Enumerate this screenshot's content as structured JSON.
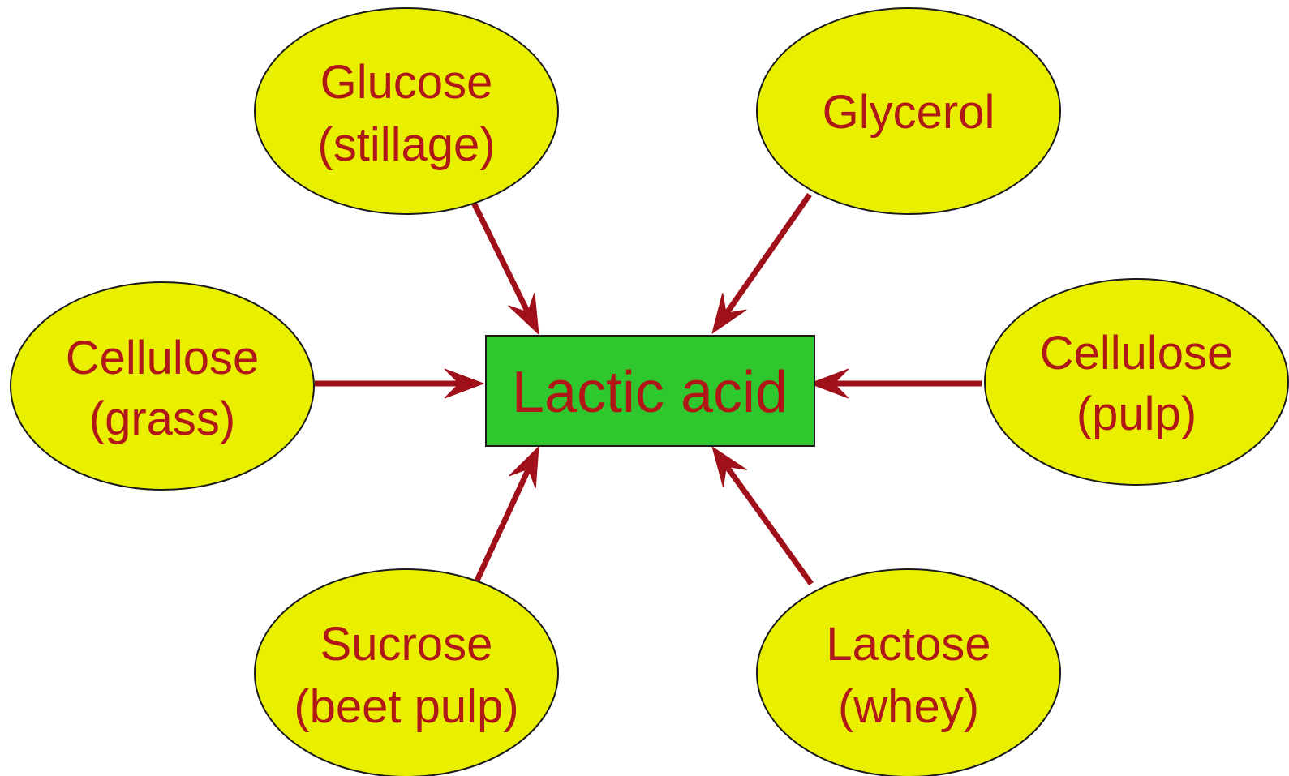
{
  "colors": {
    "background": "#ffffff",
    "ellipse_fill": "#e8f000",
    "ellipse_stroke": "#1a1a1a",
    "box_fill": "#2ec82e",
    "box_stroke": "#1a1a1a",
    "text": "#b01818",
    "arrow": "#a0101a"
  },
  "center": {
    "label": "Lactic acid"
  },
  "sources": {
    "glucose": {
      "line1": "Glucose",
      "line2": "(stillage)"
    },
    "glycerol": {
      "line1": "Glycerol"
    },
    "cellulose_grass": {
      "line1": "Cellulose",
      "line2": "(grass)"
    },
    "cellulose_pulp": {
      "line1": "Cellulose",
      "line2": "(pulp)"
    },
    "sucrose": {
      "line1": "Sucrose",
      "line2": "(beet pulp)"
    },
    "lactose": {
      "line1": "Lactose",
      "line2": "(whey)"
    }
  }
}
